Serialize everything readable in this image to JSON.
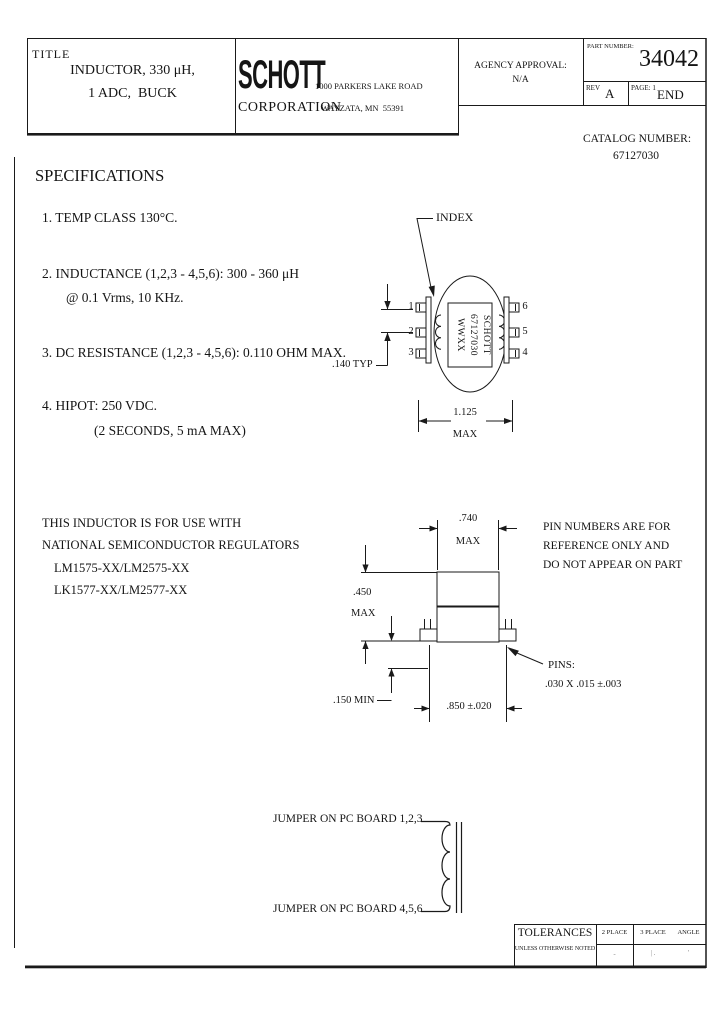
{
  "title_block": {
    "title_label": "TITLE",
    "title_line1": "INDUCTOR, 330 μH,",
    "title_line2": "1 ADC,  BUCK",
    "company": {
      "logo": "SCHOTT",
      "name": "CORPORATION",
      "address_line1": "1000 PARKERS LAKE ROAD",
      "address_line2": "WAYZATA, MN  55391"
    },
    "agency_label": "AGENCY APPROVAL:",
    "agency_value": "N/A",
    "part_number_label": "PART NUMBER:",
    "part_number": "34042",
    "rev_label": "REV",
    "rev_value": "A",
    "page_label": "PAGE: 1",
    "page_value": "END"
  },
  "catalog": {
    "label": "CATALOG NUMBER:",
    "number": "67127030"
  },
  "specifications": {
    "heading": "SPECIFICATIONS",
    "item1": "1. TEMP CLASS 130°C.",
    "item2": "2. INDUCTANCE (1,2,3 - 4,5,6): 300 - 360 μH",
    "item2b": "@ 0.1 Vrms, 10 KHz.",
    "item3": "3. DC RESISTANCE (1,2,3 - 4,5,6): 0.110 OHM MAX.",
    "item4": "4. HIPOT: 250 VDC.",
    "item4b": "(2 SECONDS, 5 mA MAX)"
  },
  "usage_note": {
    "line1": "THIS INDUCTOR IS FOR USE WITH",
    "line2": "NATIONAL SEMICONDUCTOR REGULATORS",
    "line3": "LM1575-XX/LM2575-XX",
    "line4": "LK1577-XX/LM2577-XX"
  },
  "top_view": {
    "index_label": "INDEX",
    "pins_left": [
      "1",
      "2",
      "3"
    ],
    "pins_right": [
      "6",
      "5",
      "4"
    ],
    "marking": [
      "SCHOTT",
      "67127030",
      "WWXX"
    ],
    "dim_pitch": ".140 TYP",
    "dim_width": "1.125",
    "dim_width_max": "MAX"
  },
  "side_view": {
    "dim_top": ".740",
    "dim_top_max": "MAX",
    "dim_height": ".450",
    "dim_height_max": "MAX",
    "dim_lead": ".150 MIN",
    "dim_span": ".850 ±.020",
    "pins_label": "PINS:",
    "pins_size": ".030 X .015 ±.003",
    "ref_note1": "PIN NUMBERS ARE FOR",
    "ref_note2": "REFERENCE ONLY AND",
    "ref_note3": "DO NOT APPEAR ON PART"
  },
  "schematic": {
    "top_label": "JUMPER ON PC BOARD 1,2,3",
    "bottom_label": "JUMPER ON PC BOARD 4,5,6"
  },
  "tolerances": {
    "heading": "TOLERANCES",
    "subheading": "UNLESS OTHERWISE NOTED",
    "col1": "2 PLACE",
    "col2": "3 PLACE",
    "col3": "ANGLE",
    "val1": "-",
    "val2": "| .",
    "val3": "'"
  },
  "colors": {
    "ink": "#1a1a1a",
    "paper": "#ffffff"
  }
}
